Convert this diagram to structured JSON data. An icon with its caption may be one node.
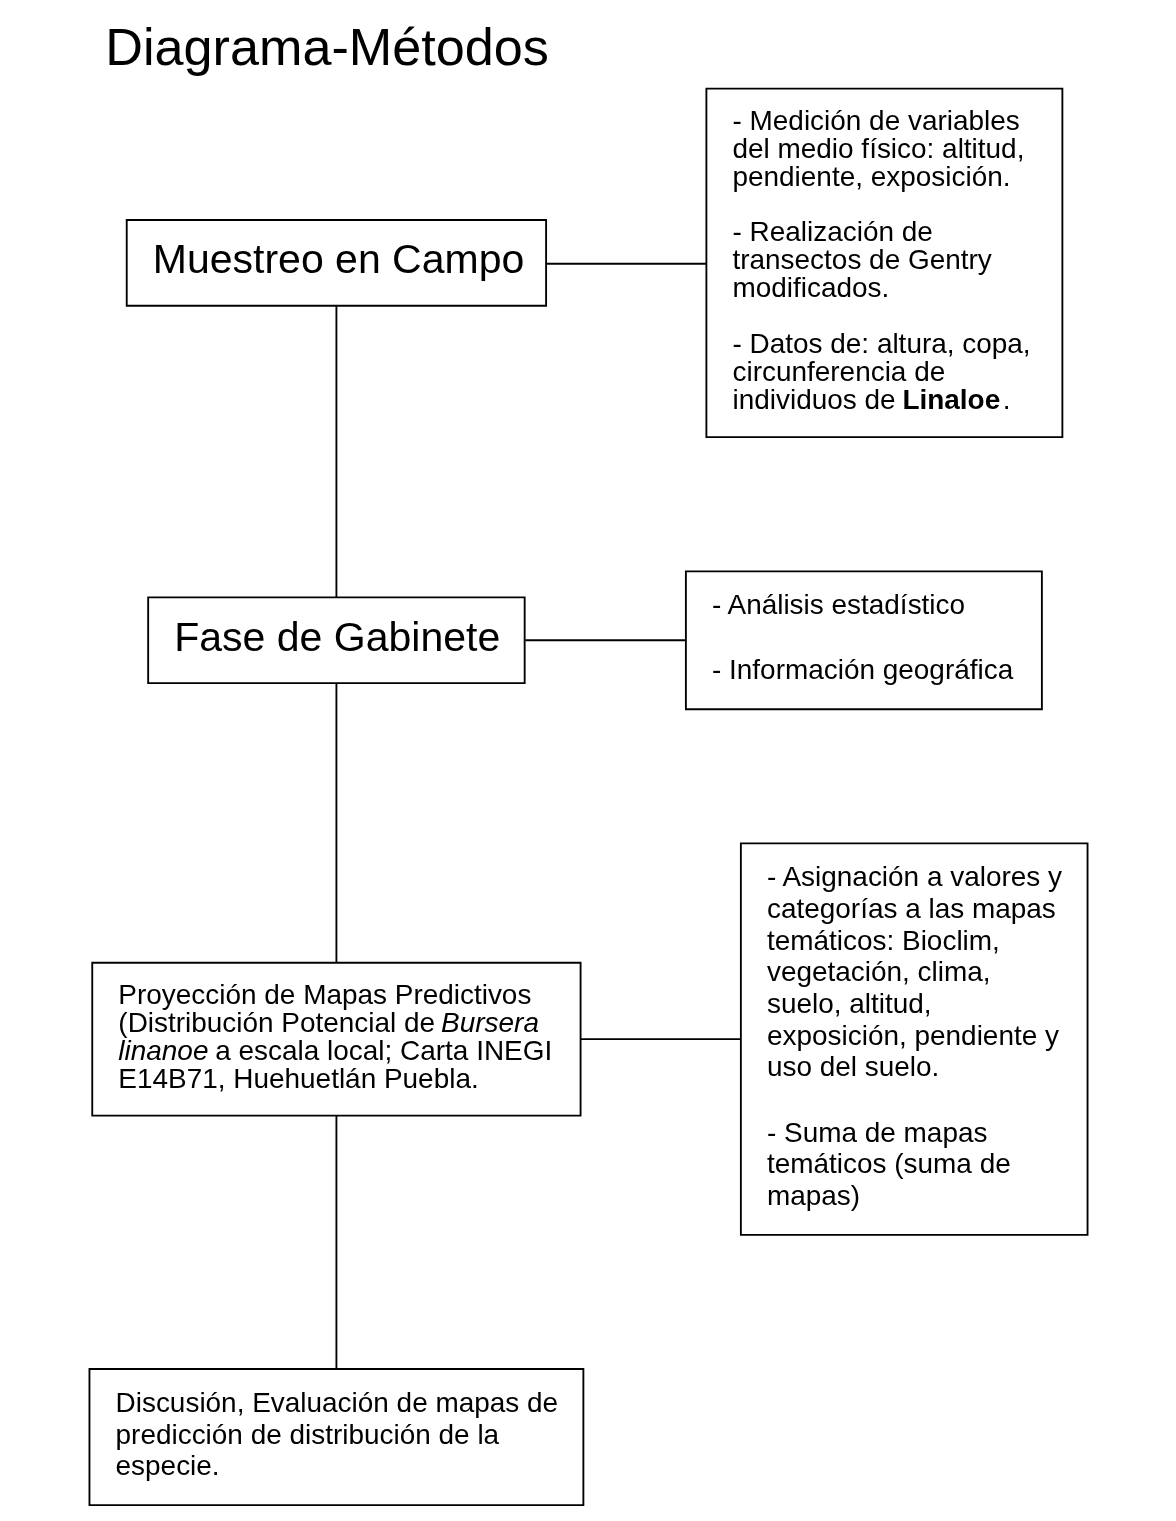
{
  "diagram": {
    "title": "Diagrama-Métodos",
    "nodes": [
      {
        "text": [
          "Muestreo en Campo"
        ]
      },
      {
        "text": [
          "- Medición de variables del medio físico: altitud, pendiente, exposición.",
          "- Realización de transectos de Gentry modificados.",
          "- Datos de: altura, copa, circunferencia de individuos de **Linaloe**."
        ]
      },
      {
        "text": [
          "Fase de Gabinete"
        ]
      },
      {
        "text": [
          "- Análisis estadístico",
          "- Información geográfica"
        ]
      },
      {
        "text": [
          "Proyección de Mapas Predictivos (Distribución Potencial de *Bursera linanoe* a escala local; Carta INEGI E14B71, Huehuetlán Puebla."
        ]
      },
      {
        "text": [
          "- Asignación a valores y categorías a las mapas temáticos: Bioclim, vegetación, clima, suelo, altitud, exposición, pendiente y uso del suelo.",
          "- Suma de mapas temáticos (suma de mapas)"
        ]
      },
      {
        "text": [
          "Discusión, Evaluación de mapas de predicción de distribución de la especie."
        ]
      }
    ],
    "edges": [
      {
        "from": 0,
        "to": 1,
        "arrow": "none"
      },
      {
        "from": 0,
        "to": 2,
        "arrow": "none"
      },
      {
        "from": 2,
        "to": 3,
        "arrow": "none"
      },
      {
        "from": 2,
        "to": 4,
        "arrow": "none"
      },
      {
        "from": 4,
        "to": 5,
        "arrow": "none"
      },
      {
        "from": 4,
        "to": 6,
        "arrow": "none"
      }
    ]
  }
}
